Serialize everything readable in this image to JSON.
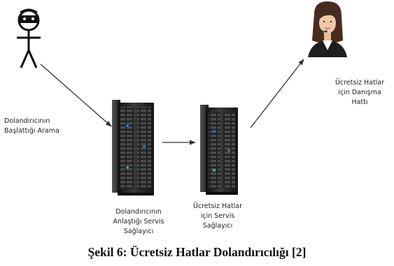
{
  "labels": {
    "caller": [
      "Dolandırıcının",
      "Başlattığı Arama"
    ],
    "provider1": [
      "Dolandırıcının",
      "Anlaştığı Servis",
      "Sağlayıcı"
    ],
    "provider2": [
      "Ücretsiz Hatlar",
      "için Servis",
      "Sağlayıcı"
    ],
    "helpline": [
      "Ücretsiz Hatlar",
      "için Danışma",
      "Hattı"
    ]
  },
  "caption": "Şekil 6: Ücretsiz Hatlar Dolandırıcılığı [2]",
  "icons": {
    "fraudster": "masked-stick-figure-icon",
    "server": "server-rack-icon",
    "operator": "call-center-agent-icon"
  },
  "colors": {
    "line": "#333333",
    "server_dark": "#1c1c1c",
    "server_light": "#6a6a6a",
    "server_led": "#2f6bd1",
    "operator_hair": "#4a2c1c",
    "operator_skin": "#f1c9a8",
    "operator_suit": "#1e1e1e"
  }
}
